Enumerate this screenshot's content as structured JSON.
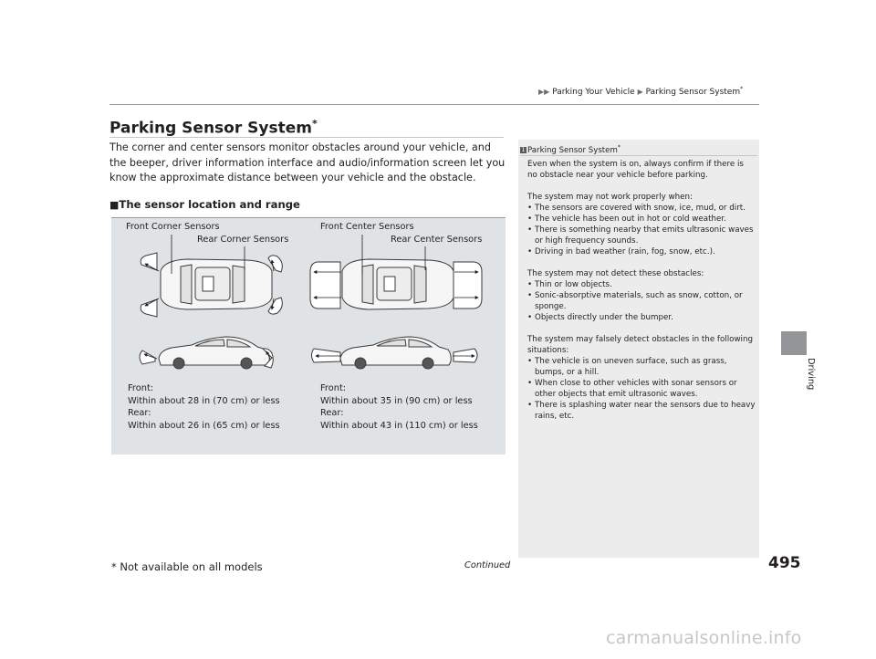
{
  "breadcrumb": {
    "items": [
      "Parking Your Vehicle",
      "Parking Sensor System"
    ],
    "asterisk": "*"
  },
  "page_title": "Parking Sensor System",
  "page_title_mark": "*",
  "intro": "The corner and center sensors monitor obstacles around your vehicle, and the beeper, driver information interface and audio/information screen let you know the approximate distance between your vehicle and the obstacle.",
  "section": {
    "marker": "■",
    "heading": "The sensor location and range"
  },
  "figure": {
    "labels": {
      "front_corner": "Front Corner Sensors",
      "rear_corner": "Rear Corner Sensors",
      "front_center": "Front Center Sensors",
      "rear_center": "Rear Center Sensors"
    },
    "corner_ranges": [
      "Front:",
      "Within about 28 in (70 cm) or less",
      "Rear:",
      "Within about 26 in (65 cm) or less"
    ],
    "center_ranges": [
      "Front:",
      "Within about 35 in (90 cm) or less",
      "Rear:",
      "Within about 43 in (110 cm) or less"
    ],
    "colors": {
      "background": "#dfe3e6",
      "sensor_zone": "#ffffff",
      "car_body": "#f6f6f6"
    }
  },
  "sidebar": {
    "badge": "1",
    "title": "Parking Sensor System",
    "title_mark": "*",
    "blocks": [
      {
        "type": "p",
        "text": "Even when the system is on, always confirm if there is no obstacle near your vehicle before parking."
      },
      {
        "type": "gap"
      },
      {
        "type": "p",
        "text": "The system may not work properly when:"
      },
      {
        "type": "b",
        "text": "The sensors are covered with snow, ice, mud, or dirt."
      },
      {
        "type": "b",
        "text": "The vehicle has been out in hot or cold weather."
      },
      {
        "type": "b",
        "text": "There is something nearby that emits ultrasonic waves or high frequency sounds."
      },
      {
        "type": "b",
        "text": "Driving in bad weather (rain, fog, snow, etc.)."
      },
      {
        "type": "gap"
      },
      {
        "type": "p",
        "text": "The system may not detect these obstacles:"
      },
      {
        "type": "b",
        "text": "Thin or low objects."
      },
      {
        "type": "b",
        "text": "Sonic-absorptive materials, such as snow, cotton, or sponge."
      },
      {
        "type": "b",
        "text": "Objects directly under the bumper."
      },
      {
        "type": "gap"
      },
      {
        "type": "p",
        "text": "The system may falsely detect obstacles in the following situations:"
      },
      {
        "type": "b",
        "text": "The vehicle is on uneven surface, such as grass, bumps, or a hill."
      },
      {
        "type": "b",
        "text": "When close to other vehicles with sonar sensors or other objects that emit ultrasonic waves."
      },
      {
        "type": "b",
        "text": "There is splashing water near the sensors due to heavy rains, etc."
      }
    ]
  },
  "side_tab": "Driving",
  "page_number": "495",
  "continued": "Continued",
  "footnote": "* Not available on all models",
  "watermark": "carmanualsonline.info"
}
